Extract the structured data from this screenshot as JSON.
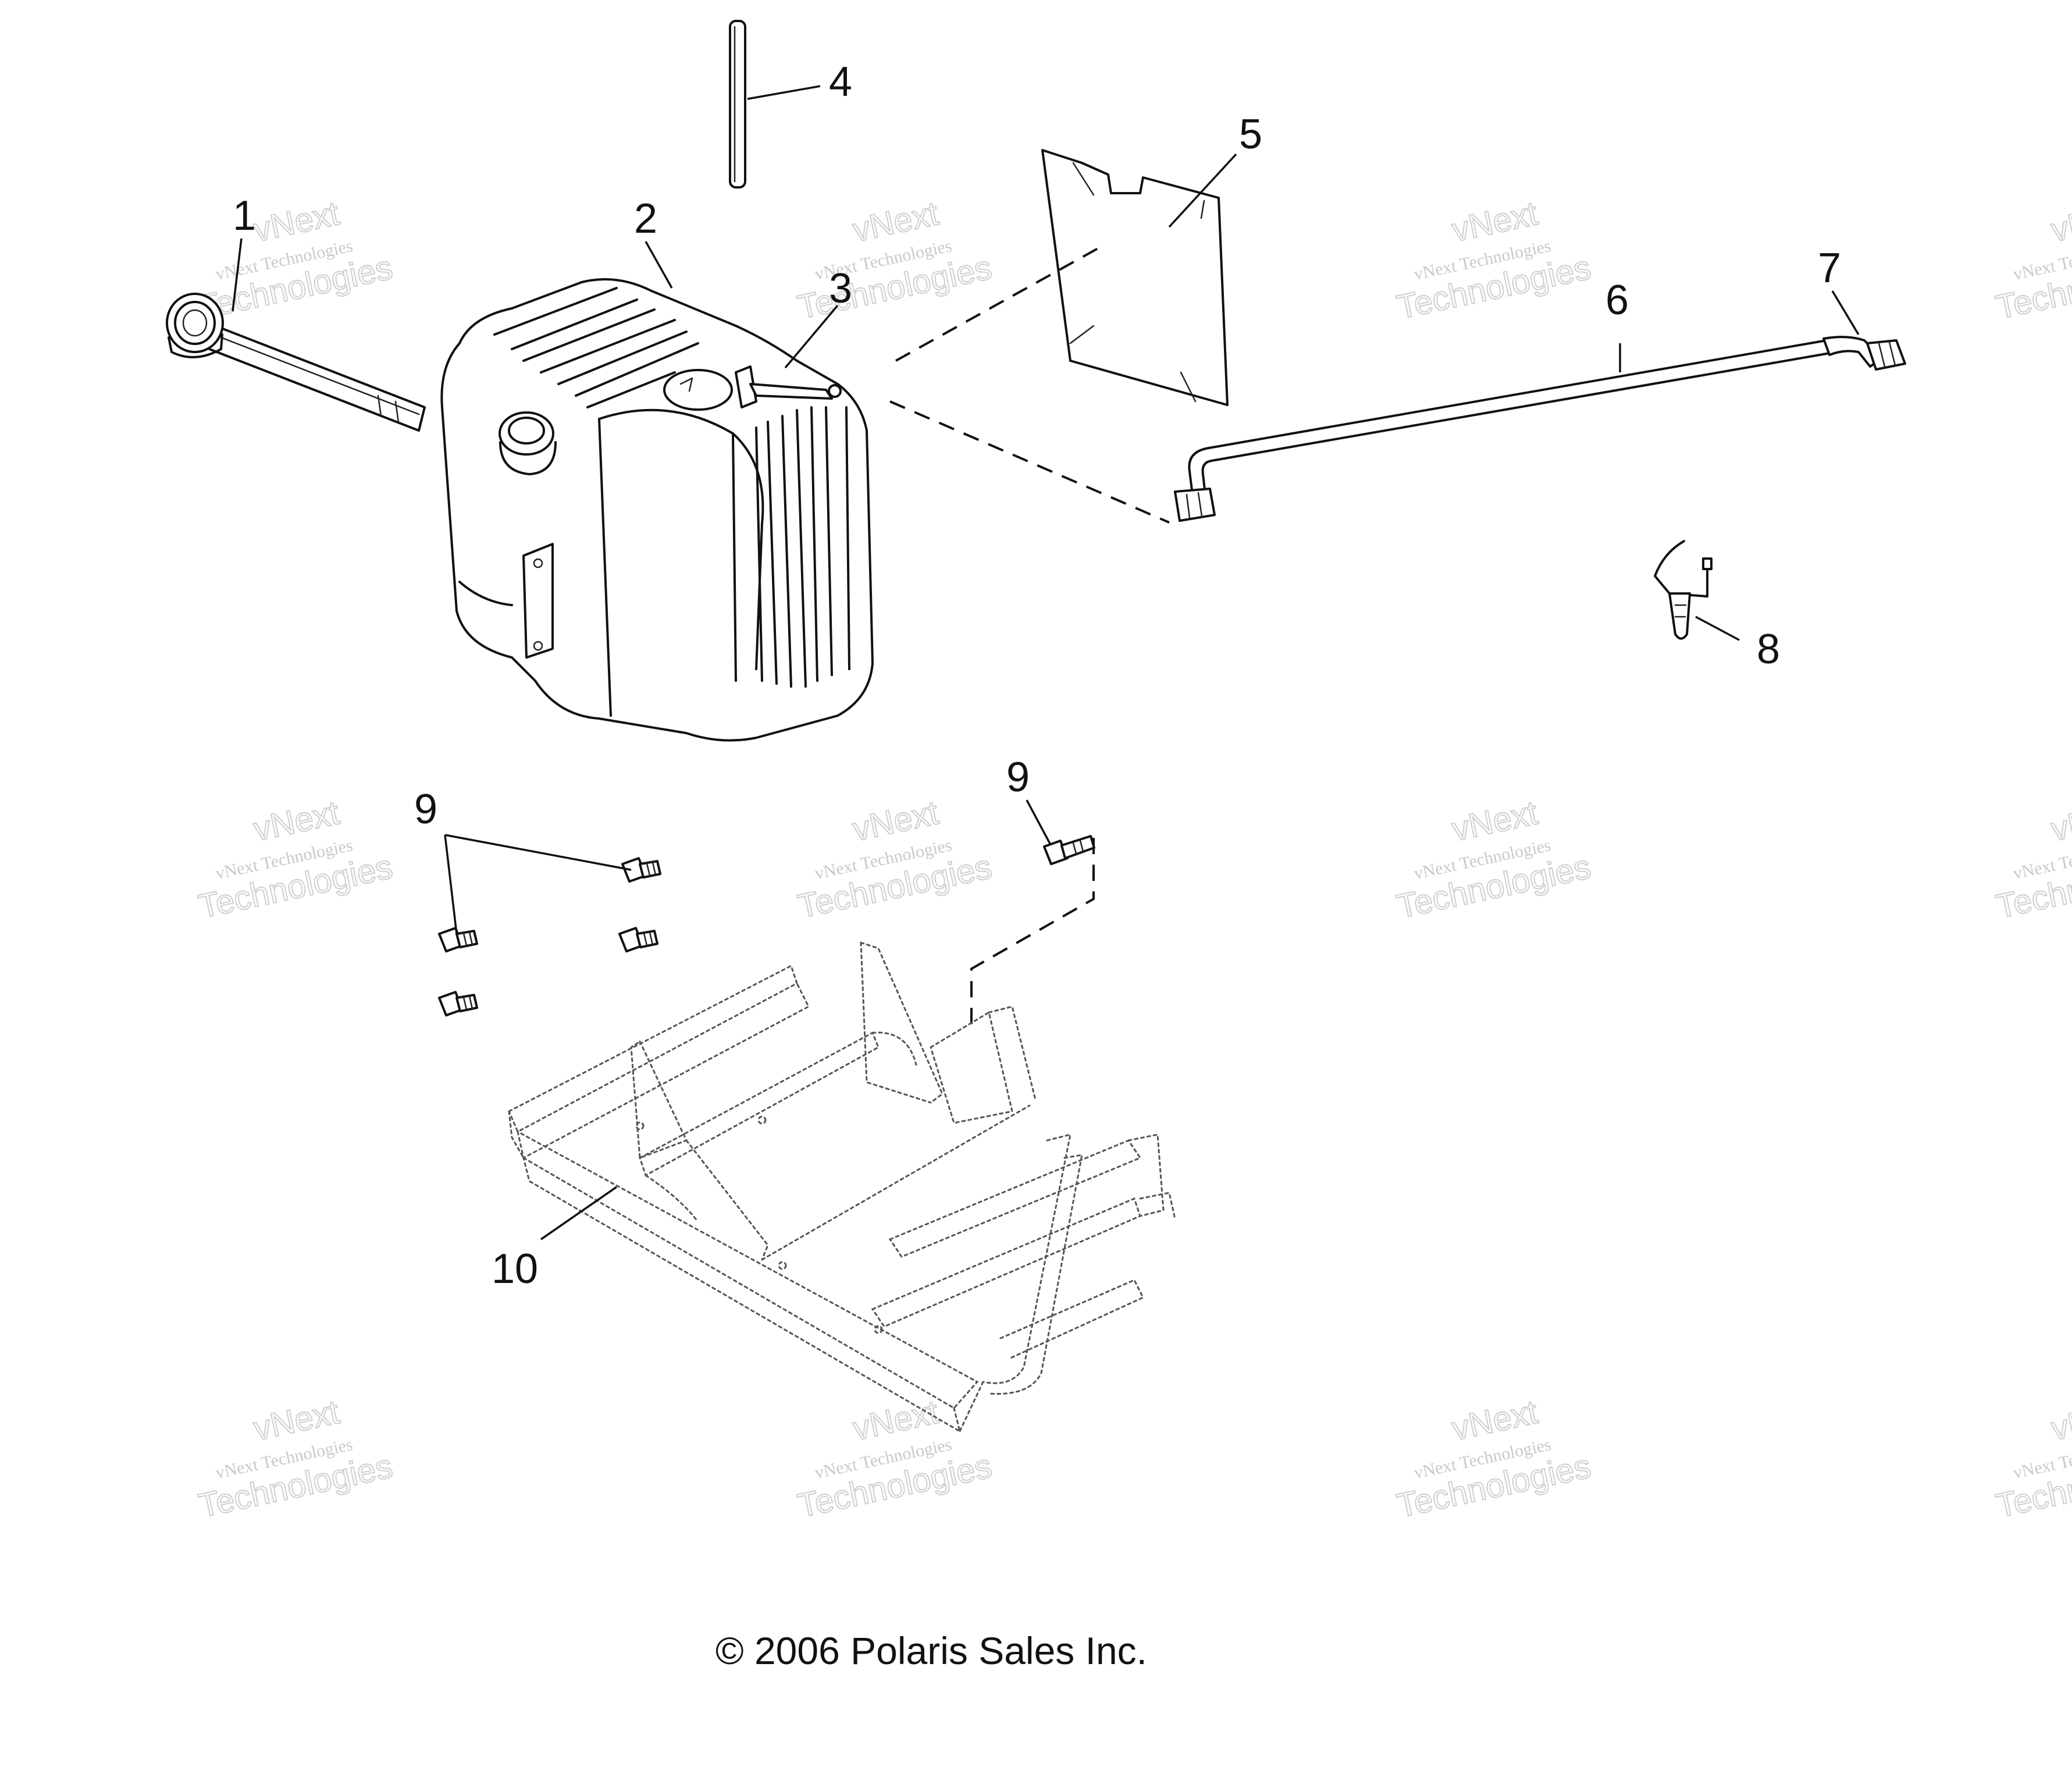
{
  "callouts": [
    {
      "id": "1",
      "label": "1"
    },
    {
      "id": "2",
      "label": "2"
    },
    {
      "id": "3",
      "label": "3"
    },
    {
      "id": "4",
      "label": "4"
    },
    {
      "id": "5",
      "label": "5"
    },
    {
      "id": "6",
      "label": "6"
    },
    {
      "id": "7",
      "label": "7"
    },
    {
      "id": "8",
      "label": "8"
    },
    {
      "id": "9a",
      "label": "9"
    },
    {
      "id": "9b",
      "label": "9"
    },
    {
      "id": "10",
      "label": "10"
    }
  ],
  "watermark": {
    "line1": "vNext",
    "line2": "vNext Technologies",
    "line3": "Technologies"
  },
  "copyright": "© 2006 Polaris Sales Inc."
}
